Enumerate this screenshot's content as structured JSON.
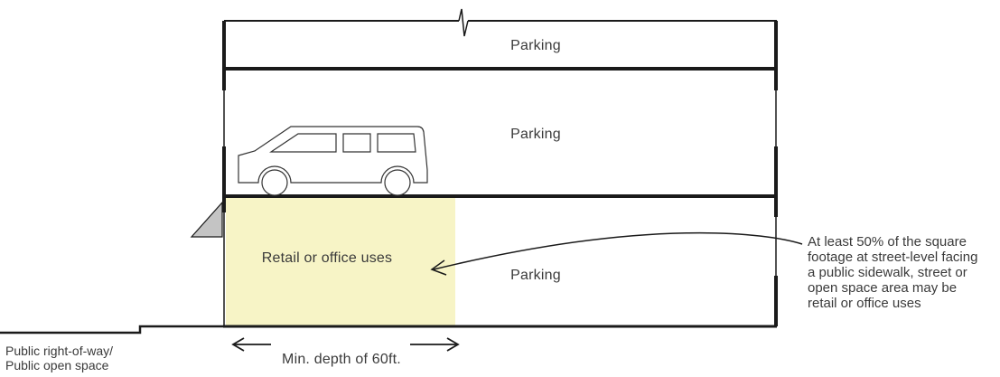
{
  "labels": {
    "parking_top": "Parking",
    "parking_middle": "Parking",
    "parking_ground": "Parking",
    "retail": "Retail or office uses",
    "min_depth": "Min. depth of 60ft.",
    "right_of_way": [
      "Public right-of-way/",
      "Public open space"
    ],
    "annotation": [
      "At least 50% of the square",
      "footage at street-level facing",
      "a public sidewalk, street or",
      "open space area may be",
      "retail or office uses"
    ]
  },
  "colors": {
    "retail_fill": "#f7f4c6",
    "lines": "#1a1a1a",
    "text": "#3a3a3a",
    "awning": "#c4c4c4"
  },
  "icons": [
    "car-icon",
    "awning-icon",
    "break-line-icon",
    "arrow-icon"
  ]
}
